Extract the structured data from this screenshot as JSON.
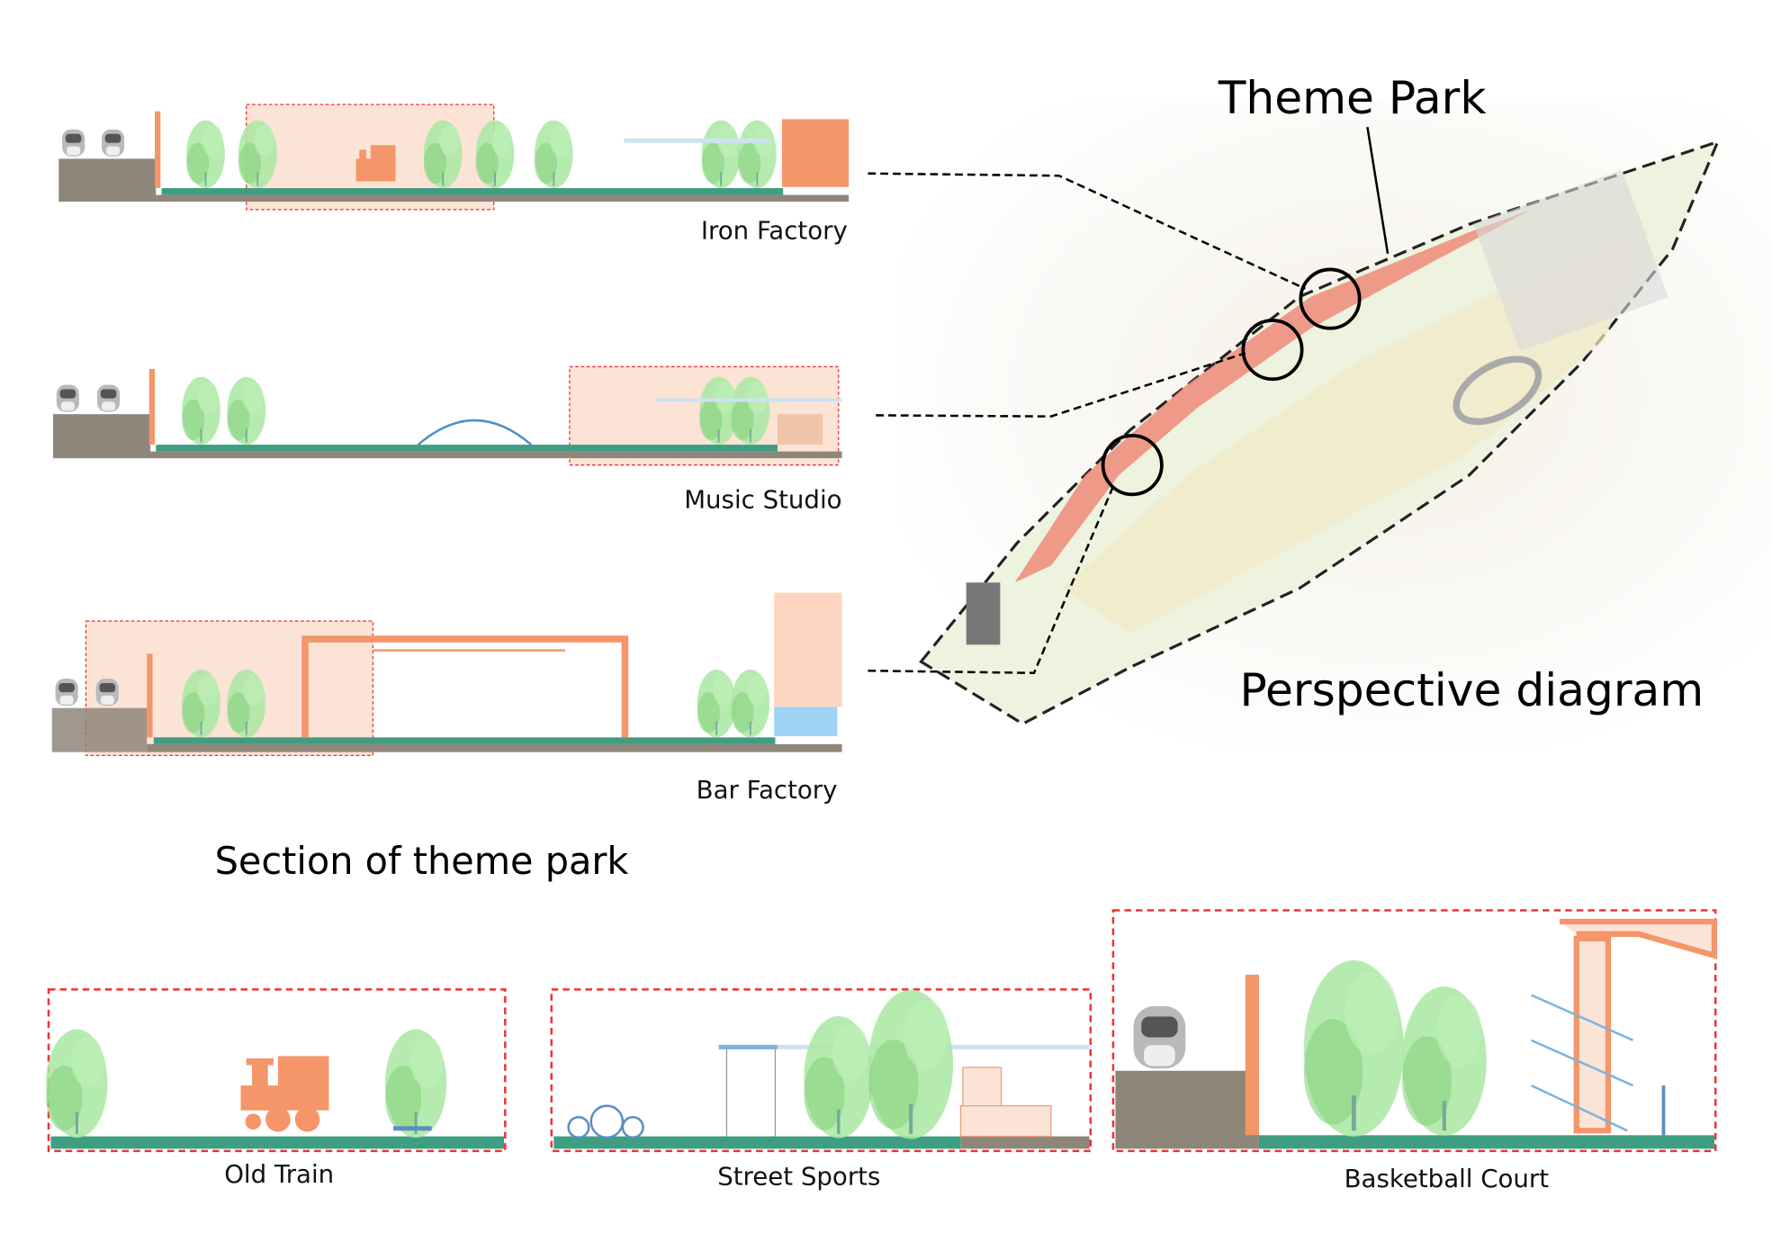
{
  "sections": [
    {
      "label": "Iron Factory"
    },
    {
      "label": "Music Studio"
    },
    {
      "label": "Bar Factory"
    }
  ],
  "section_title": "Section of theme park",
  "map": {
    "callout_label": "Theme Park",
    "title": "Perspective diagram"
  },
  "details": [
    {
      "label": "Old Train"
    },
    {
      "label": "Street Sports"
    },
    {
      "label": "Basketball Court"
    }
  ],
  "colors": {
    "ground": "#8f867a",
    "strip": "#3f9e82",
    "orange": "#f4956a",
    "pink": "#fbe3d6",
    "highlight_red": "#e83a3a",
    "tree": "#9fe09a",
    "water": "#9fd3f5"
  }
}
